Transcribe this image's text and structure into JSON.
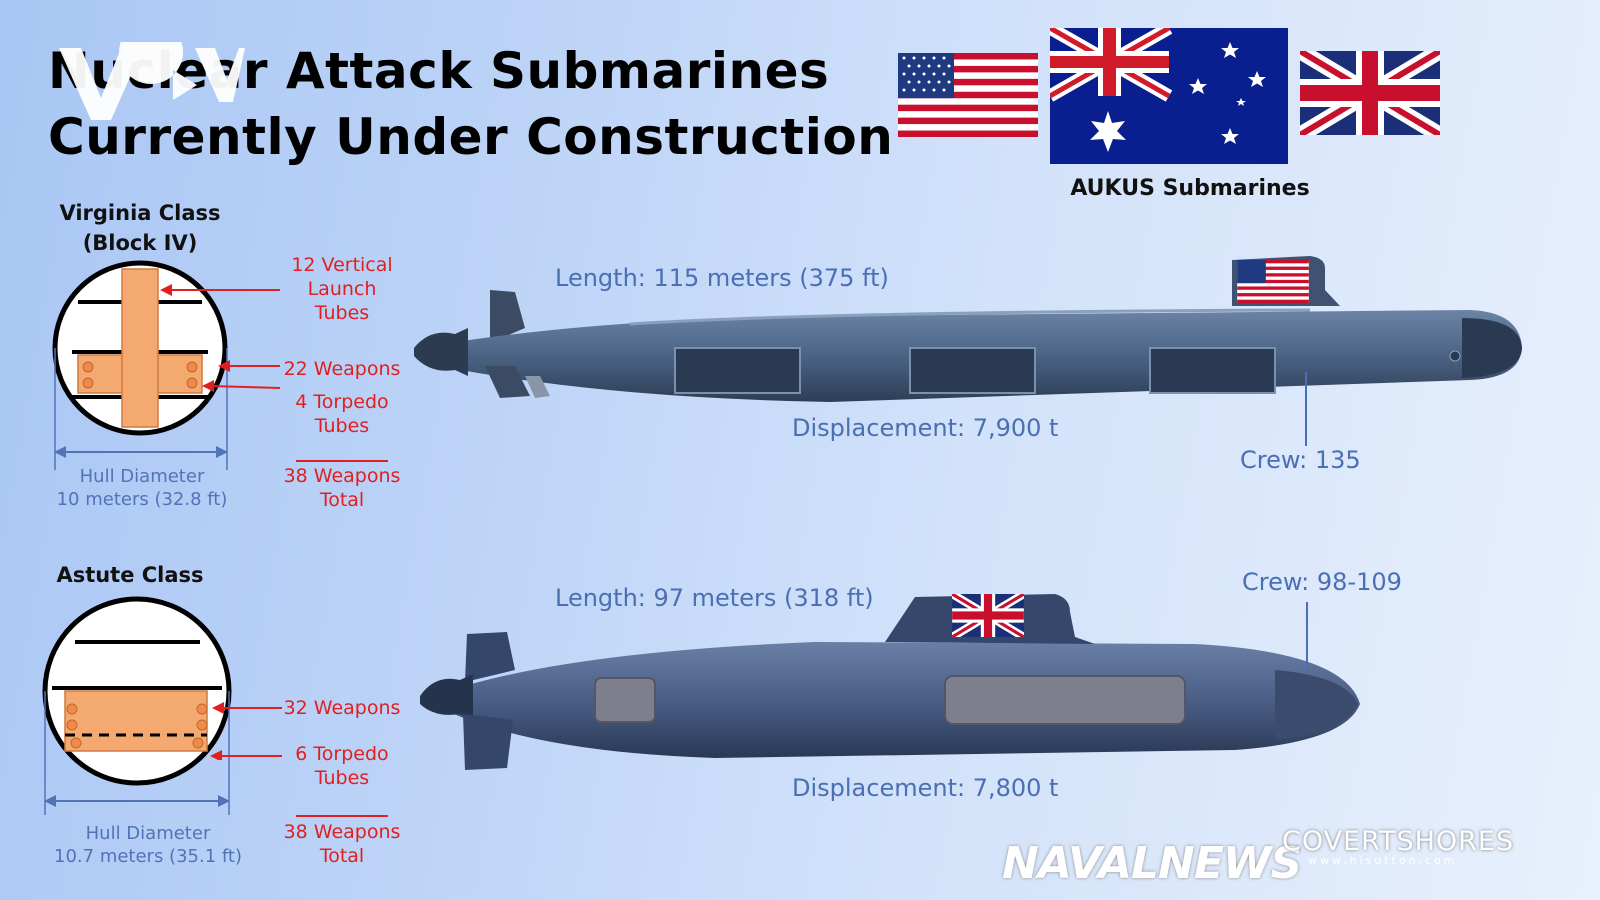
{
  "title": {
    "line1": "Nuclear Attack Submarines",
    "line2": "Currently Under Construction"
  },
  "flags": {
    "caption": "AUKUS Submarines"
  },
  "virginia": {
    "class_name": "Virginia Class",
    "block": "(Block IV)",
    "vlt_label": [
      "12 Vertical",
      "Launch",
      "Tubes"
    ],
    "weapons_label": "22 Weapons",
    "torpedo_label": [
      "4 Torpedo",
      "Tubes"
    ],
    "total_label": [
      "38 Weapons",
      "Total"
    ],
    "hull_label": [
      "Hull Diameter",
      "10 meters (32.8 ft)"
    ],
    "length": "Length: 115 meters (375 ft)",
    "displacement": "Displacement: 7,900 t",
    "crew": "Crew: 135"
  },
  "astute": {
    "class_name": "Astute Class",
    "weapons_label": "32 Weapons",
    "torpedo_label": [
      "6 Torpedo",
      "Tubes"
    ],
    "total_label": [
      "38 Weapons",
      "Total"
    ],
    "hull_label": [
      "Hull Diameter",
      "10.7 meters (35.1 ft)"
    ],
    "length": "Length: 97 meters (318 ft)",
    "displacement": "Displacement: 7,800 t",
    "crew": "Crew: 98-109"
  },
  "watermarks": {
    "naval": "NAVALNEWS",
    "covert": "COVERTSHORES",
    "covert_url": "www.hisutton.com"
  },
  "colors": {
    "red": "#e02020",
    "blue_text": "#4a6fb3",
    "hull_fill": "#f4a970",
    "sub_body": "#4d6585"
  }
}
